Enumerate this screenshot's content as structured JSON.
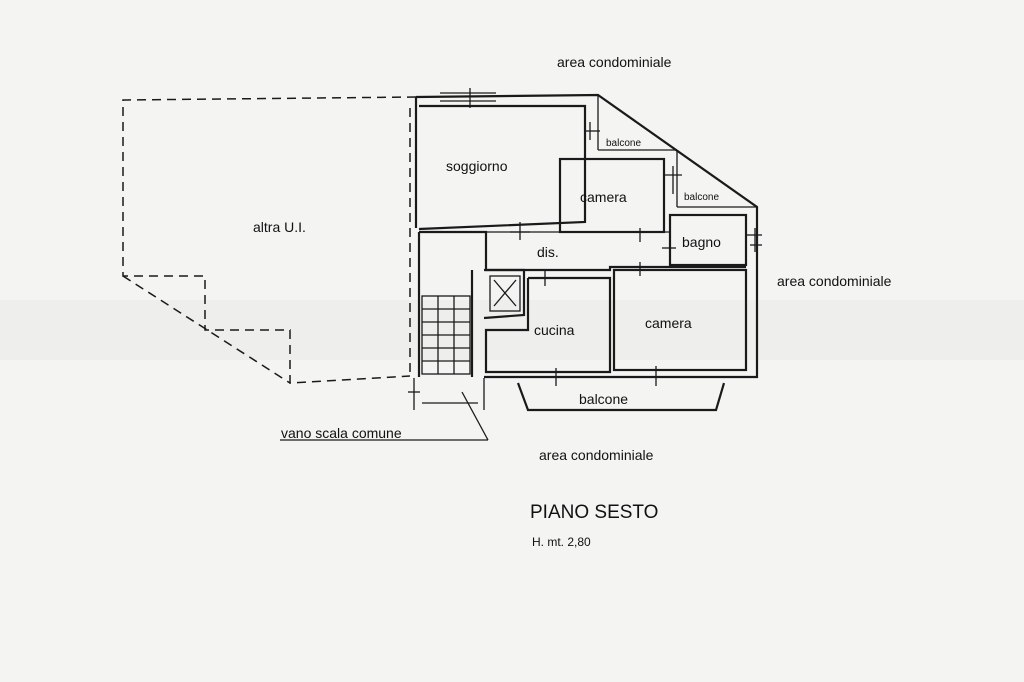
{
  "labels": {
    "area_top": "area condominiale",
    "area_right": "area condominiale",
    "area_bottom": "area condominiale",
    "altra_ui": "altra U.I.",
    "soggiorno": "soggiorno",
    "camera_top": "camera",
    "camera_bottom": "camera",
    "bagno": "bagno",
    "dis": "dis.",
    "cucina": "cucina",
    "balcone_top": "balcone",
    "balcone_mid": "balcone",
    "balcone_bottom": "balcone",
    "vano_scala": "vano scala comune"
  },
  "title": "PIANO SESTO",
  "height_note": "H. mt. 2,80"
}
